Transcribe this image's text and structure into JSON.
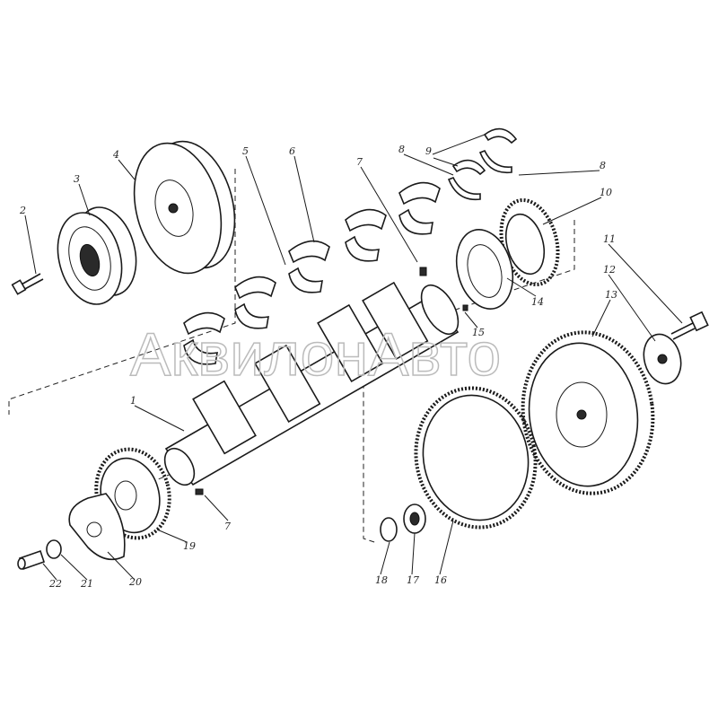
{
  "figure": {
    "watermark": "АквилонАвто",
    "part_labels": [
      "1",
      "2",
      "3",
      "4",
      "5",
      "6",
      "7",
      "8",
      "9",
      "8",
      "10",
      "11",
      "12",
      "13",
      "14",
      "15",
      "7",
      "16",
      "17",
      "18",
      "19",
      "20",
      "21",
      "22"
    ]
  }
}
